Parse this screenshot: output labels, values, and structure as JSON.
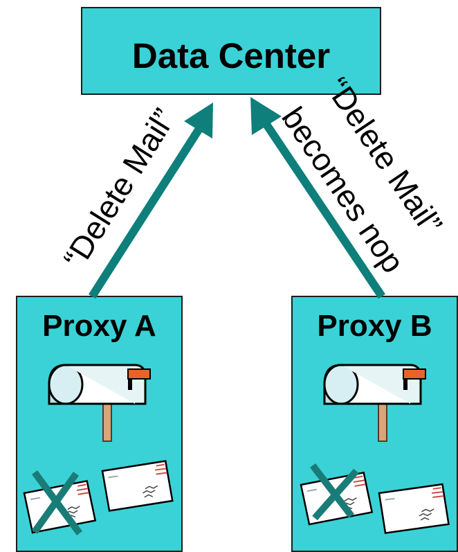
{
  "data_center": {
    "label": "Data Center"
  },
  "proxy_a": {
    "label": "Proxy A"
  },
  "proxy_b": {
    "label": "Proxy B"
  },
  "arrow_a": {
    "label": "“Delete Mail”"
  },
  "arrow_b": {
    "label_line1": "“Delete Mail”",
    "label_line2": "becomes nop"
  },
  "colors": {
    "box_fill": "#3ad2d6",
    "arrow": "#0e7f7b",
    "cross": "#1a7c77",
    "mailbox_flag": "#e8632a"
  }
}
